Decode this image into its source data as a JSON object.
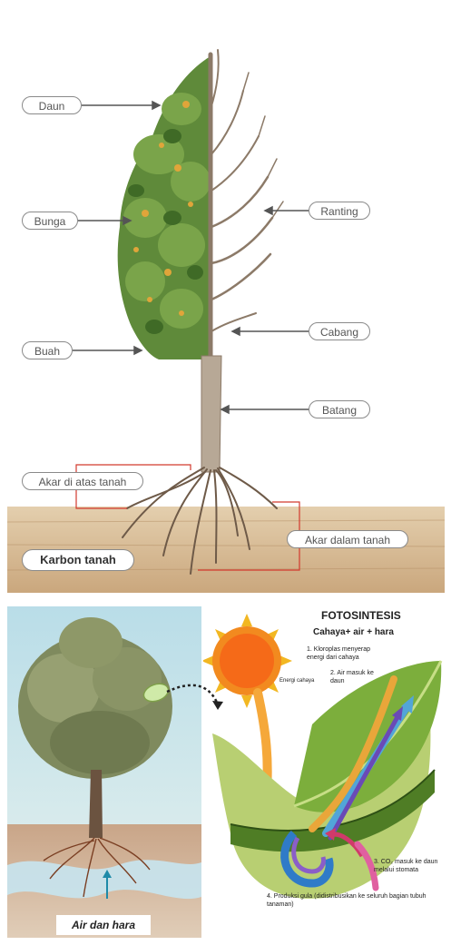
{
  "tree_anatomy": {
    "labels": {
      "daun": "Daun",
      "bunga": "Bunga",
      "buah": "Buah",
      "ranting": "Ranting",
      "cabang": "Cabang",
      "batang": "Batang",
      "akar_atas": "Akar di atas tanah",
      "akar_dalam": "Akar dalam tanah",
      "karbon": "Karbon tanah"
    }
  },
  "photosynthesis": {
    "title": "FOTOSINTESIS",
    "subtitle": "Cahaya+ air + hara",
    "step1": "1. Kloroplas menyerap energi dari cahaya",
    "step2": "2. Air masuk ke daun",
    "energy_label": "Energi cahaya",
    "step3": "3. CO₂ masuk ke daun melalui stomata",
    "step4": "4. Produksi gula (didistribusikan ke seluruh bagian tubuh tanaman)",
    "water_label": "Air dan hara"
  }
}
